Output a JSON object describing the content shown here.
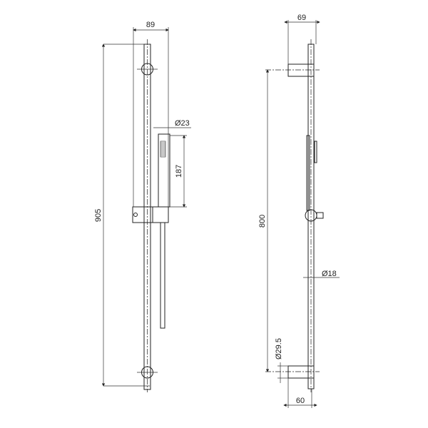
{
  "left_view": {
    "dim_width": "89",
    "dim_height": "905",
    "dim_handshower_diameter": "Ø23",
    "dim_handshower_length": "187"
  },
  "right_view": {
    "dim_top_bracket": "69",
    "dim_bracket_spacing": "800",
    "dim_rail_diameter": "Ø18",
    "dim_bracket_diameter": "Ø29.5",
    "dim_bottom_bracket": "60"
  }
}
